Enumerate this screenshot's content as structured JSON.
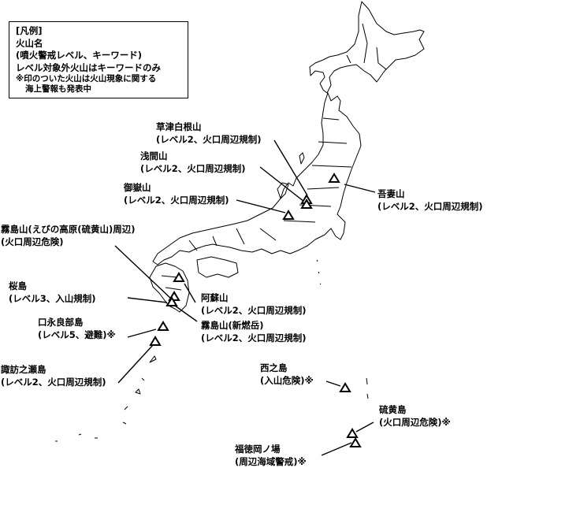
{
  "legend": {
    "title": "[凡例]",
    "line_name": "火山名",
    "line_level": "(噴火警戒レベル、キーワード)",
    "line_nolevel": "レベル対象外火山はキーワードのみ",
    "note_line1": "※印のついた火山は火山現象に関する",
    "note_line2": "海上警報も発表中"
  },
  "volcanoes": [
    {
      "id": "kusatsu-shirane",
      "name": "草津白根山",
      "detail": "(レベル2、火口周辺規制)"
    },
    {
      "id": "asama",
      "name": "浅間山",
      "detail": "(レベル2、火口周辺規制)"
    },
    {
      "id": "ontake",
      "name": "御嶽山",
      "detail": "(レベル2、火口周辺規制)"
    },
    {
      "id": "azuma",
      "name": "吾妻山",
      "detail": "(レベル2、火口周辺規制)"
    },
    {
      "id": "kirishima-ebino",
      "name": "霧島山(えびの高原(硫黄山)周辺)",
      "detail": "(火口周辺危険)"
    },
    {
      "id": "sakurajima",
      "name": "桜島",
      "detail": "(レベル3、入山規制)"
    },
    {
      "id": "aso",
      "name": "阿蘇山",
      "detail": "(レベル2、火口周辺規制)"
    },
    {
      "id": "kuchinoerabu",
      "name": "口永良部島",
      "detail": "(レベル5、避難)※"
    },
    {
      "id": "kirishima-shinmoe",
      "name": "霧島山(新燃岳)",
      "detail": "(レベル2、火口周辺規制)"
    },
    {
      "id": "suwanosejima",
      "name": "諏訪之瀬島",
      "detail": "(レベル2、火口周辺規制)"
    },
    {
      "id": "nishinoshima",
      "name": "西之島",
      "detail": "(入山危険)※"
    },
    {
      "id": "iwojima",
      "name": "硫黄島",
      "detail": "(火口周辺危険)※"
    },
    {
      "id": "fukutoku-okanoba",
      "name": "福徳岡ノ場",
      "detail": "(周辺海域警戒)※"
    }
  ],
  "colors": {
    "line": "#000000",
    "background": "#ffffff"
  }
}
